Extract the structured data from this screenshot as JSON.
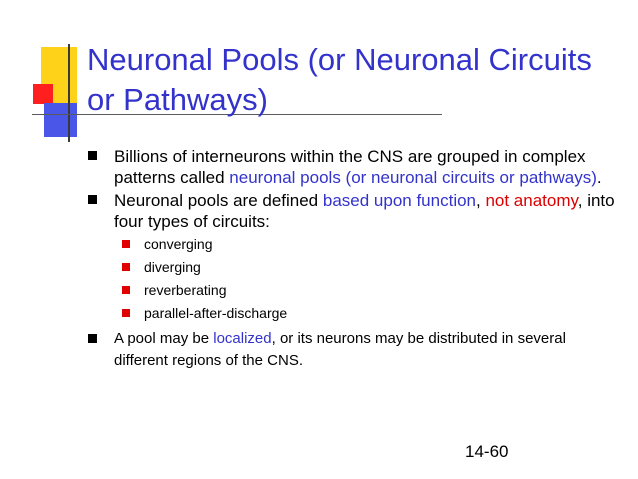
{
  "slide": {
    "title": "Neuronal Pools (or Neuronal Circuits or Pathways)",
    "page_number": "14-60",
    "colors": {
      "title": "#3333cc",
      "highlight_blue": "#3333cc",
      "highlight_red": "#dd0000",
      "deco_yellow": "#ffd21a",
      "deco_red": "#ff1f1f",
      "deco_blue": "#4a56e8"
    },
    "bullet1": {
      "text1": "Billions of interneurons within the CNS are grouped in complex patterns called ",
      "hl1": "neuronal pools (or neuronal circuits or pathways)",
      "text2": "."
    },
    "bullet2": {
      "text1": "Neuronal pools are defined ",
      "hl_blue": "based upon function",
      "text2": ", ",
      "hl_red": "not anatomy",
      "text3": ", into four types of circuits:",
      "sub": [
        "converging",
        "diverging",
        "reverberating",
        "parallel-after-discharge"
      ]
    },
    "bullet3": {
      "text1": "A pool may be ",
      "hl1": "localized",
      "text2": ", or its neurons may be distributed in several different regions of the CNS."
    }
  }
}
